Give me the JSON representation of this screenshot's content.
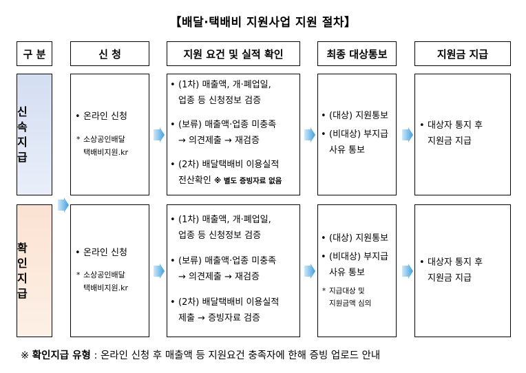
{
  "title": "【배달·택배비 지원사업 지원 절차】",
  "headers": [
    "구 분",
    "신 청",
    "지원 요건 및 실적 확인",
    "최종 대상통보",
    "지원금 지급"
  ],
  "categories": {
    "fast": [
      "신 속",
      "지 급"
    ],
    "confirm": [
      "확 인",
      "지 급"
    ]
  },
  "fast_row": {
    "apply": {
      "item": "온라인 신청",
      "note_lines": [
        "소상공인배달",
        "택배비지원.kr"
      ]
    },
    "check": {
      "b1": [
        "(1차) 매출액, 개·폐업일,",
        "업종 등 신청정보 검증"
      ],
      "b2": [
        "(보류) 매출액·업종 미충족",
        "→ 의견제출 → 재검증"
      ],
      "b3_line1": "(2차) 배달택배비 이용실적",
      "b3_line2": "전산확인",
      "b3_small": "※ 별도 증빙자료 없음"
    },
    "notify": {
      "b1": "(대상) 지원통보",
      "b2": [
        "(비대상) 부지급",
        "사유 통보"
      ]
    },
    "pay": {
      "b1": [
        "대상자 통지 후",
        "지원금 지급"
      ]
    }
  },
  "confirm_row": {
    "apply": {
      "item": "온라인 신청",
      "note_lines": [
        "소상공인배달",
        "택배비지원.kr"
      ]
    },
    "check": {
      "b1": [
        "(1차) 매출액, 개·폐업일,",
        "업종 등 신청정보 검증"
      ],
      "b2": [
        "(보류) 매출액·업종 미충족",
        "→ 의견제출 → 재검증"
      ],
      "b3": [
        "(2차) 배달택배비 이용실적",
        "제출 → 증빙자료 검증"
      ]
    },
    "notify": {
      "b1": "(대상) 지원통보",
      "b2": [
        "(비대상) 부지급",
        "사유 통보"
      ],
      "note_lines": [
        "지급대상 및",
        "지원금액 심의"
      ]
    },
    "pay": {
      "b1": [
        "대상자 통지 후",
        "지원금 지급"
      ]
    }
  },
  "note_marker": "*",
  "footer": {
    "mark": "※",
    "bold": "확인지급 유형",
    "rest": ": 온라인 신청 후 매출액 등 지원요건 충족자에 한해 증빙 업로드 안내"
  },
  "colors": {
    "fast_bg": "#d4def2",
    "confirm_bg": "#fbe2d2",
    "arrow": "#5fb0e6"
  }
}
